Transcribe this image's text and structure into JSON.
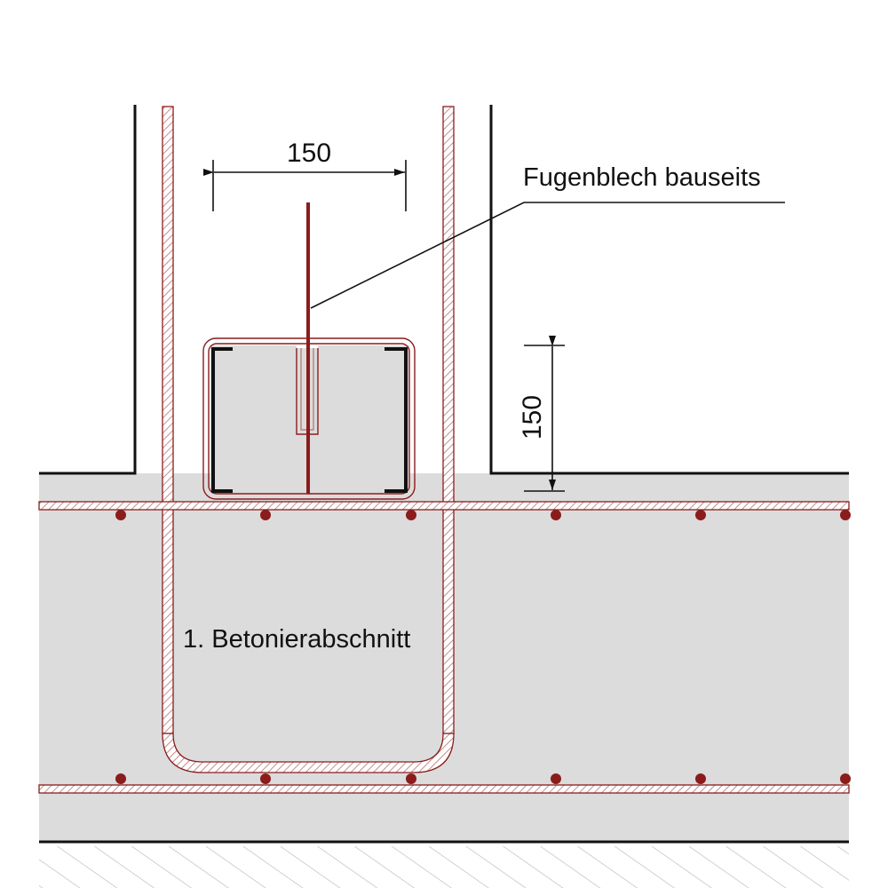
{
  "labels": {
    "dim_horizontal": "150",
    "dim_vertical": "150",
    "waterstop_note": "Fugenblech bauseits",
    "pour_stage": "1. Betonierabschnitt"
  },
  "colors": {
    "concrete": "#dcdcdc",
    "rebar": "#8b1c1c",
    "rebar_hatch": "#b87070",
    "line": "#111111",
    "ground_hatch": "#bdbdbd",
    "background": "#ffffff"
  }
}
